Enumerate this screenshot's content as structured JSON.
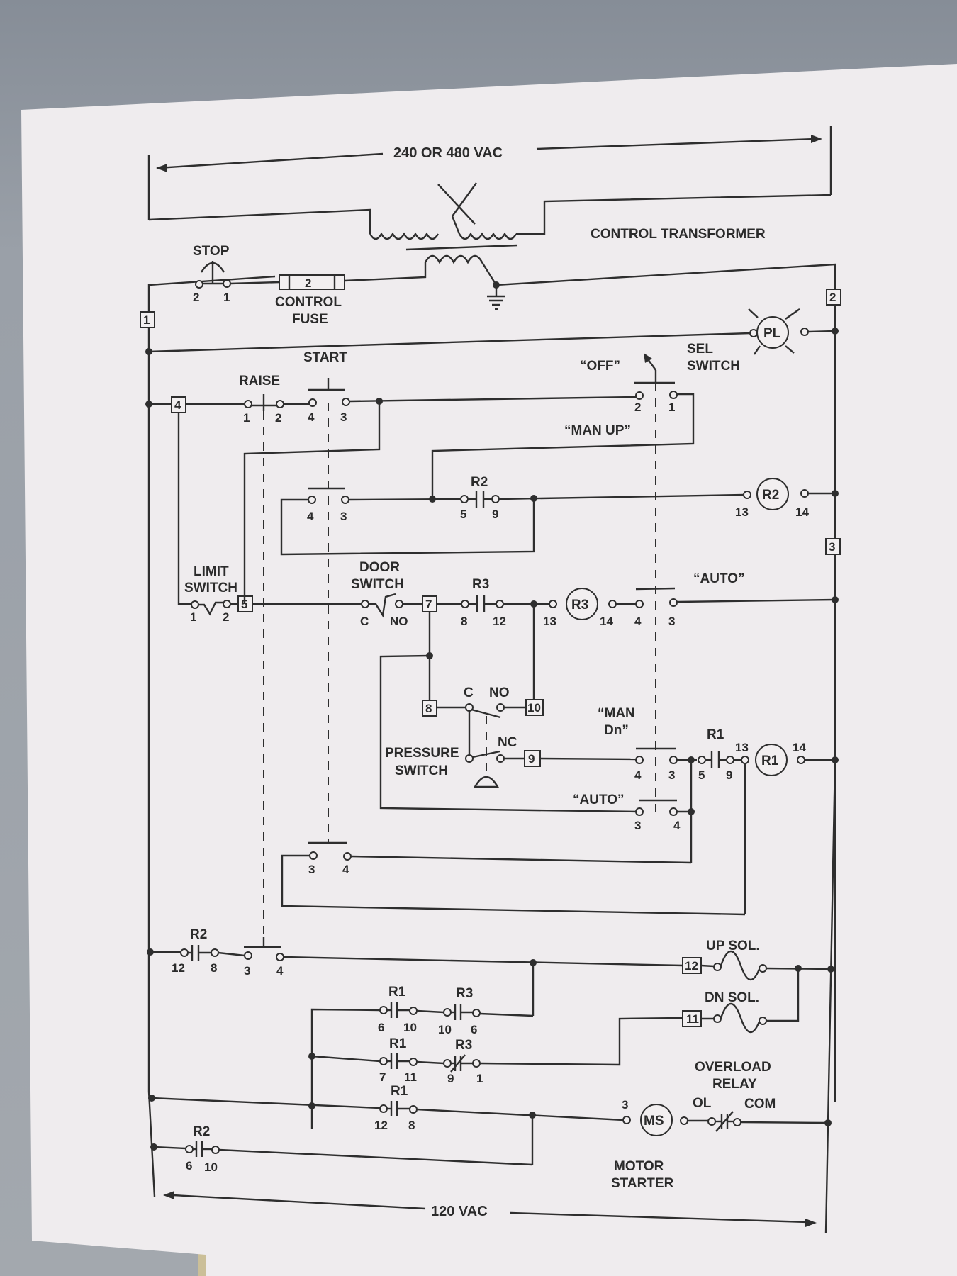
{
  "diagram": {
    "title_primary_voltage": "240 OR 480 VAC",
    "title_control_voltage": "120 VAC",
    "control_transformer_label": "CONTROL TRANSFORMER",
    "terminals": [
      "1",
      "2",
      "3",
      "4",
      "5",
      "7",
      "8",
      "9",
      "10",
      "11",
      "12"
    ],
    "stop": {
      "label": "STOP",
      "pins": [
        "2",
        "1"
      ]
    },
    "fuse": {
      "number": "2",
      "label_line1": "CONTROL",
      "label_line2": "FUSE"
    },
    "pilot_light": {
      "label": "PL"
    },
    "sel_switch": {
      "label_line1": "SEL",
      "label_line2": "SWITCH",
      "off": "“OFF”",
      "man_up": "“MAN UP”",
      "auto": "“AUTO”",
      "man_dn_line1": "“MAN",
      "man_dn_line2": "Dn”",
      "pins_off": [
        "2",
        "1"
      ]
    },
    "start": {
      "label": "START",
      "pins": [
        "4",
        "3"
      ]
    },
    "raise": {
      "label": "RAISE",
      "pins": [
        "1",
        "2"
      ]
    },
    "limit_switch": {
      "label_line1": "LIMIT",
      "label_line2": "SWITCH",
      "pins": [
        "1",
        "2"
      ]
    },
    "door_switch": {
      "label_line1": "DOOR",
      "label_line2": "SWITCH",
      "pins": [
        "C",
        "NO"
      ]
    },
    "pressure_switch": {
      "label_line1": "PRESSURE",
      "label_line2": "SWITCH",
      "c": "C",
      "no": "NO",
      "nc": "NC"
    },
    "relays": {
      "r1": "R1",
      "r2": "R2",
      "r3": "R3"
    },
    "contacts": {
      "r2_hold": {
        "label": "R2",
        "pins": [
          "5",
          "9"
        ]
      },
      "r3_hold": {
        "label": "R3",
        "pins": [
          "8",
          "12"
        ]
      },
      "r1_hold": {
        "label": "R1",
        "pins": [
          "5",
          "9"
        ]
      },
      "r2_up": {
        "label": "R2",
        "pins": [
          "12",
          "8"
        ]
      },
      "r1_a": {
        "label": "R1",
        "pins": [
          "6",
          "10"
        ]
      },
      "r3_a": {
        "label": "R3",
        "pins": [
          "10",
          "6"
        ]
      },
      "r1_b": {
        "label": "R1",
        "pins": [
          "7",
          "11"
        ]
      },
      "r3_b": {
        "label": "R3",
        "pins": [
          "9",
          "1"
        ]
      },
      "r1_c": {
        "label": "R1",
        "pins": [
          "12",
          "8"
        ]
      },
      "r2_c": {
        "label": "R2",
        "pins": [
          "6",
          "10"
        ]
      }
    },
    "coil_pins": {
      "r2": [
        "13",
        "14"
      ],
      "r3": [
        "13",
        "14"
      ],
      "r1": [
        "13",
        "14"
      ]
    },
    "sel_pins_generic": [
      "4",
      "3"
    ],
    "raise_lower_pins": [
      "3",
      "4"
    ],
    "up_sol": "UP SOL.",
    "dn_sol": "DN SOL.",
    "overload_relay": {
      "label_line1": "OVERLOAD",
      "label_line2": "RELAY",
      "ol": "OL",
      "com": "COM"
    },
    "motor_starter": {
      "coil": "MS",
      "pin": "3",
      "label_line1": "MOTOR",
      "label_line2": "STARTER"
    }
  }
}
